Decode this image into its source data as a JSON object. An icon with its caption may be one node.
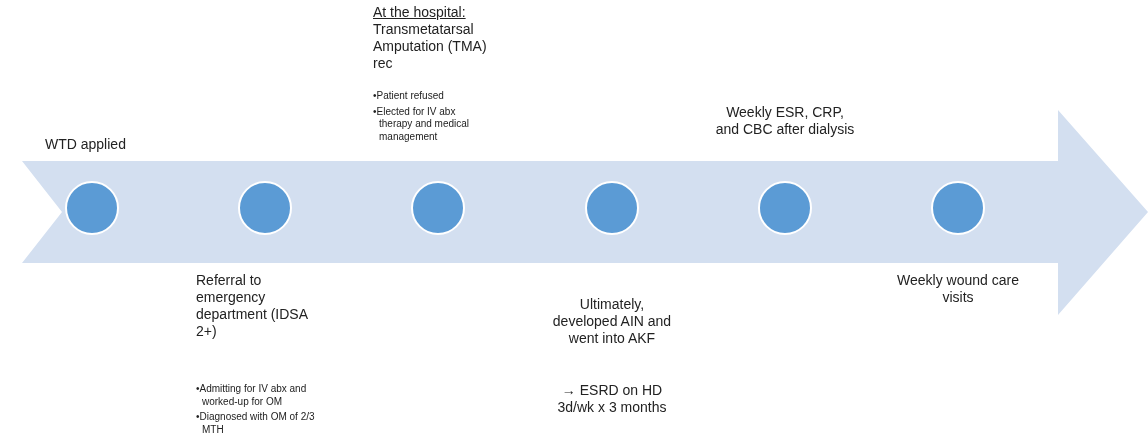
{
  "diagram": {
    "nodes": [
      {
        "text": [],
        "shape": "circle",
        "beside": [
          "WTD applied"
        ]
      },
      {
        "text": [],
        "shape": "circle",
        "beside": [
          "Referral to emergency department (IDSA 2+)",
          "•Admitting for IV abx and worked-up for OM",
          "•Diagnosed with OM of 2/3 MTH"
        ]
      },
      {
        "text": [],
        "shape": "circle",
        "beside": [
          "At the hospital:",
          "Transmetatarsal Amputation (TMA) rec",
          "•Patient refused",
          "•Elected for IV abx therapy and medical management"
        ]
      },
      {
        "text": [],
        "shape": "circle"
      },
      {
        "text": [],
        "shape": "circle",
        "beside": [
          "Weekly ESR, CRP, and CBC after dialysis"
        ]
      },
      {
        "text": [],
        "shape": "circle",
        "beside": [
          "Weekly wound care visits"
        ]
      }
    ],
    "labels": [
      "Ultimately, developed AIN and went into AKF",
      "→ ESRD on HD 3d/wk x 3 months"
    ]
  }
}
